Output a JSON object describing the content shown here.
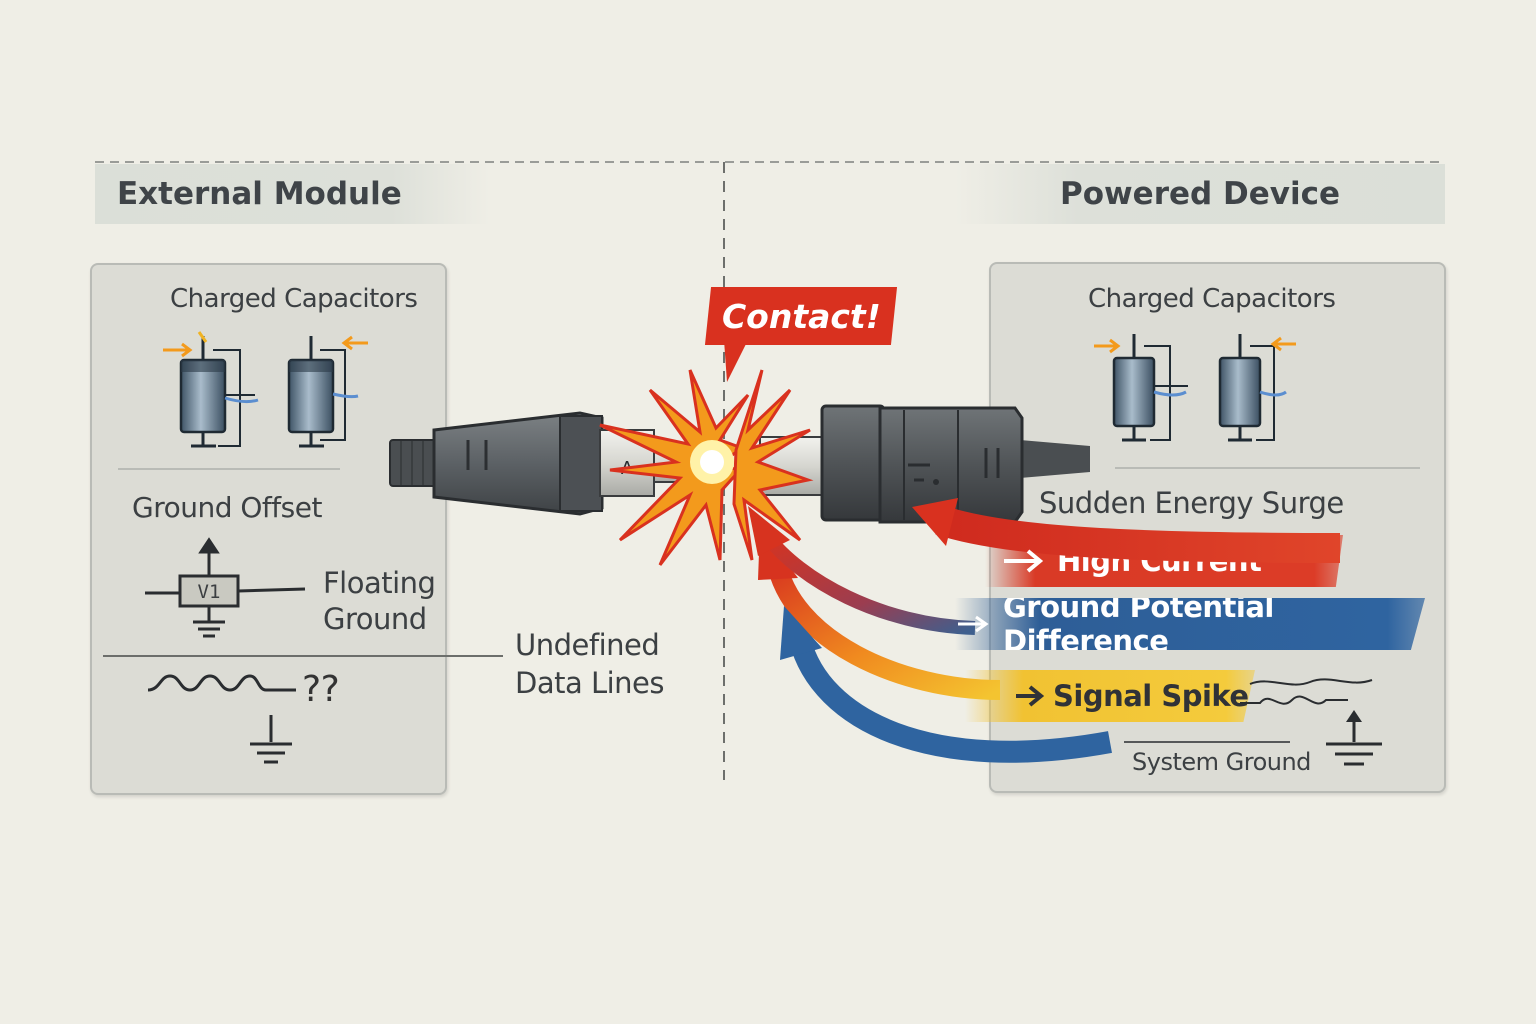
{
  "headers": {
    "left": "External Module",
    "right": "Powered Device"
  },
  "left_panel": {
    "capacitors_label": "Charged Capacitors",
    "ground_offset_label": "Ground Offset",
    "source_label": "V1",
    "floating_label_1": "Floating",
    "floating_label_2": "Ground",
    "unknown_label": "??"
  },
  "callouts": {
    "undefined_1": "Undefined",
    "undefined_2": "Data Lines",
    "contact": "Contact!",
    "plug_mark": "Λ"
  },
  "right_panel": {
    "capacitors_label": "Charged Capacitors",
    "surge_label": "Sudden Energy Surge",
    "high_current": "High Current",
    "ground_diff": "Ground Potential Difference",
    "signal_spike": "Signal Spike",
    "system_ground": "System Ground"
  },
  "colors": {
    "red": "#d93a26",
    "blue": "#2f64a0",
    "yellow": "#f1c232",
    "orange": "#f39a1c",
    "background": "#efeee6"
  }
}
